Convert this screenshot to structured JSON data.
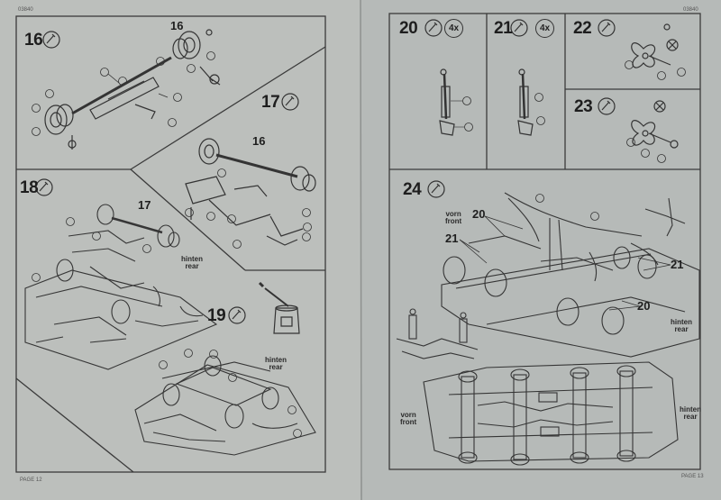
{
  "header": {
    "left_code": "03840",
    "right_code": "03840"
  },
  "footer": {
    "left_page": "PAGE 12",
    "right_page": "PAGE 13"
  },
  "steps": {
    "s16": {
      "number": "16",
      "callout_main": "16"
    },
    "s17": {
      "number": "17"
    },
    "s18": {
      "number": "18",
      "callout_main": "17",
      "direction_line1": "hinten",
      "direction_line2": "rear"
    },
    "s19": {
      "number": "19",
      "direction_line1": "hinten",
      "direction_line2": "rear"
    },
    "s20": {
      "number": "20",
      "quantity": "4x"
    },
    "s21": {
      "number": "21",
      "quantity": "4x"
    },
    "s22": {
      "number": "22"
    },
    "s23": {
      "number": "23"
    },
    "s24": {
      "number": "24",
      "callout_a": "20",
      "callout_b": "21",
      "callout_c": "21",
      "callout_d": "20",
      "front_line1": "vorn",
      "front_line2": "front",
      "rear_line1": "hinten",
      "rear_line2": "rear",
      "bottom_front_line1": "vorn",
      "bottom_front_line2": "front",
      "bottom_rear_line1": "hinten",
      "bottom_rear_line2": "rear"
    }
  },
  "colors": {
    "paper": "#b9bcb9",
    "ink": "#2b2b2b",
    "line": "#3a3a3a"
  }
}
